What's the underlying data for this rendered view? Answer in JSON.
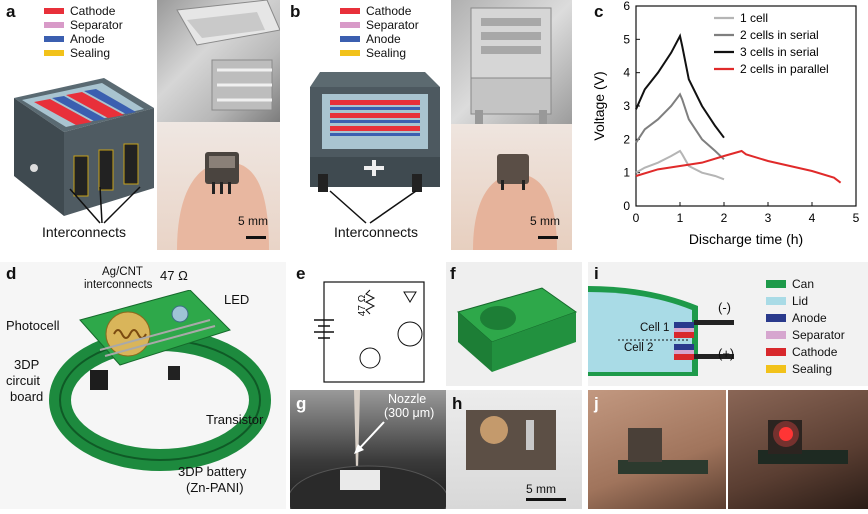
{
  "panels": {
    "a": {
      "label": "a",
      "legend": [
        "Cathode",
        "Separator",
        "Anode",
        "Sealing"
      ],
      "interconnects": "Interconnects",
      "scale": "5 mm"
    },
    "b": {
      "label": "b",
      "legend": [
        "Cathode",
        "Separator",
        "Anode",
        "Sealing"
      ],
      "interconnects": "Interconnects",
      "scale": "5 mm"
    },
    "c": {
      "label": "c"
    },
    "d": {
      "label": "d",
      "agcnt": "Ag/CNT",
      "agcnt2": "interconnects",
      "ohm": "47 Ω",
      "led": "LED",
      "photocell": "Photocell",
      "board1": "3DP",
      "board2": "circuit",
      "board3": "board",
      "transistor": "Transistor",
      "battery1": "3DP battery",
      "battery2": "(Zn-PANI)"
    },
    "e": {
      "label": "e",
      "resistor": "47 Ω"
    },
    "f": {
      "label": "f"
    },
    "g": {
      "label": "g",
      "nozzle1": "Nozzle",
      "nozzle2": "(300 μm)"
    },
    "h": {
      "label": "h",
      "scale": "5 mm"
    },
    "i": {
      "label": "i",
      "legend": [
        "Can",
        "Lid",
        "Anode",
        "Separator",
        "Cathode",
        "Sealing"
      ],
      "minus": "(-)",
      "plus": "(+)",
      "cell1": "Cell 1",
      "cell2": "Cell 2"
    },
    "j": {
      "label": "j"
    }
  },
  "colors": {
    "cathode": "#e8303a",
    "separator": "#d89ac8",
    "anode": "#3b5fb0",
    "sealing": "#f2c21a",
    "can": "#1e9a4a",
    "lid": "#a9dbe6",
    "anode_i": "#2a3a8c",
    "separator_i": "#d6a6cf",
    "cathode_i": "#d8282c",
    "sealing_i": "#f2c21a"
  },
  "chart_data": {
    "type": "line",
    "title": "",
    "xlabel": "Discharge time (h)",
    "ylabel": "Voltage (V)",
    "xlim": [
      0,
      5
    ],
    "ylim": [
      0,
      6
    ],
    "xticks": [
      "0",
      "1",
      "2",
      "3",
      "4",
      "5"
    ],
    "yticks": [
      "0",
      "1",
      "2",
      "3",
      "4",
      "5",
      "6"
    ],
    "legend_position": "top-right",
    "series": [
      {
        "name": "1 cell",
        "color": "#b5b5b5",
        "x": [
          0,
          0.2,
          0.5,
          0.8,
          1.0,
          1.05,
          1.2,
          1.5,
          1.8,
          2.0
        ],
        "y": [
          1.0,
          1.15,
          1.3,
          1.5,
          1.65,
          1.55,
          1.2,
          1.0,
          0.9,
          0.8
        ]
      },
      {
        "name": "2 cells in serial",
        "color": "#7f7f7f",
        "x": [
          0,
          0.2,
          0.5,
          0.8,
          1.0,
          1.05,
          1.2,
          1.5,
          1.8,
          2.0
        ],
        "y": [
          1.9,
          2.3,
          2.6,
          3.0,
          3.35,
          3.2,
          2.6,
          2.0,
          1.65,
          1.4
        ]
      },
      {
        "name": "3 cells in serial",
        "color": "#111111",
        "x": [
          0,
          0.2,
          0.5,
          0.8,
          1.0,
          1.05,
          1.2,
          1.5,
          1.8,
          2.0
        ],
        "y": [
          2.9,
          3.5,
          4.0,
          4.6,
          5.1,
          4.8,
          3.8,
          3.0,
          2.4,
          2.05
        ]
      },
      {
        "name": "2 cells in parallel",
        "color": "#e02a2a",
        "x": [
          0,
          0.5,
          1.0,
          1.5,
          2.0,
          2.4,
          2.5,
          3.0,
          3.5,
          4.0,
          4.5,
          4.65
        ],
        "y": [
          0.9,
          1.1,
          1.2,
          1.3,
          1.5,
          1.65,
          1.55,
          1.35,
          1.2,
          1.05,
          0.85,
          0.7
        ]
      }
    ]
  }
}
